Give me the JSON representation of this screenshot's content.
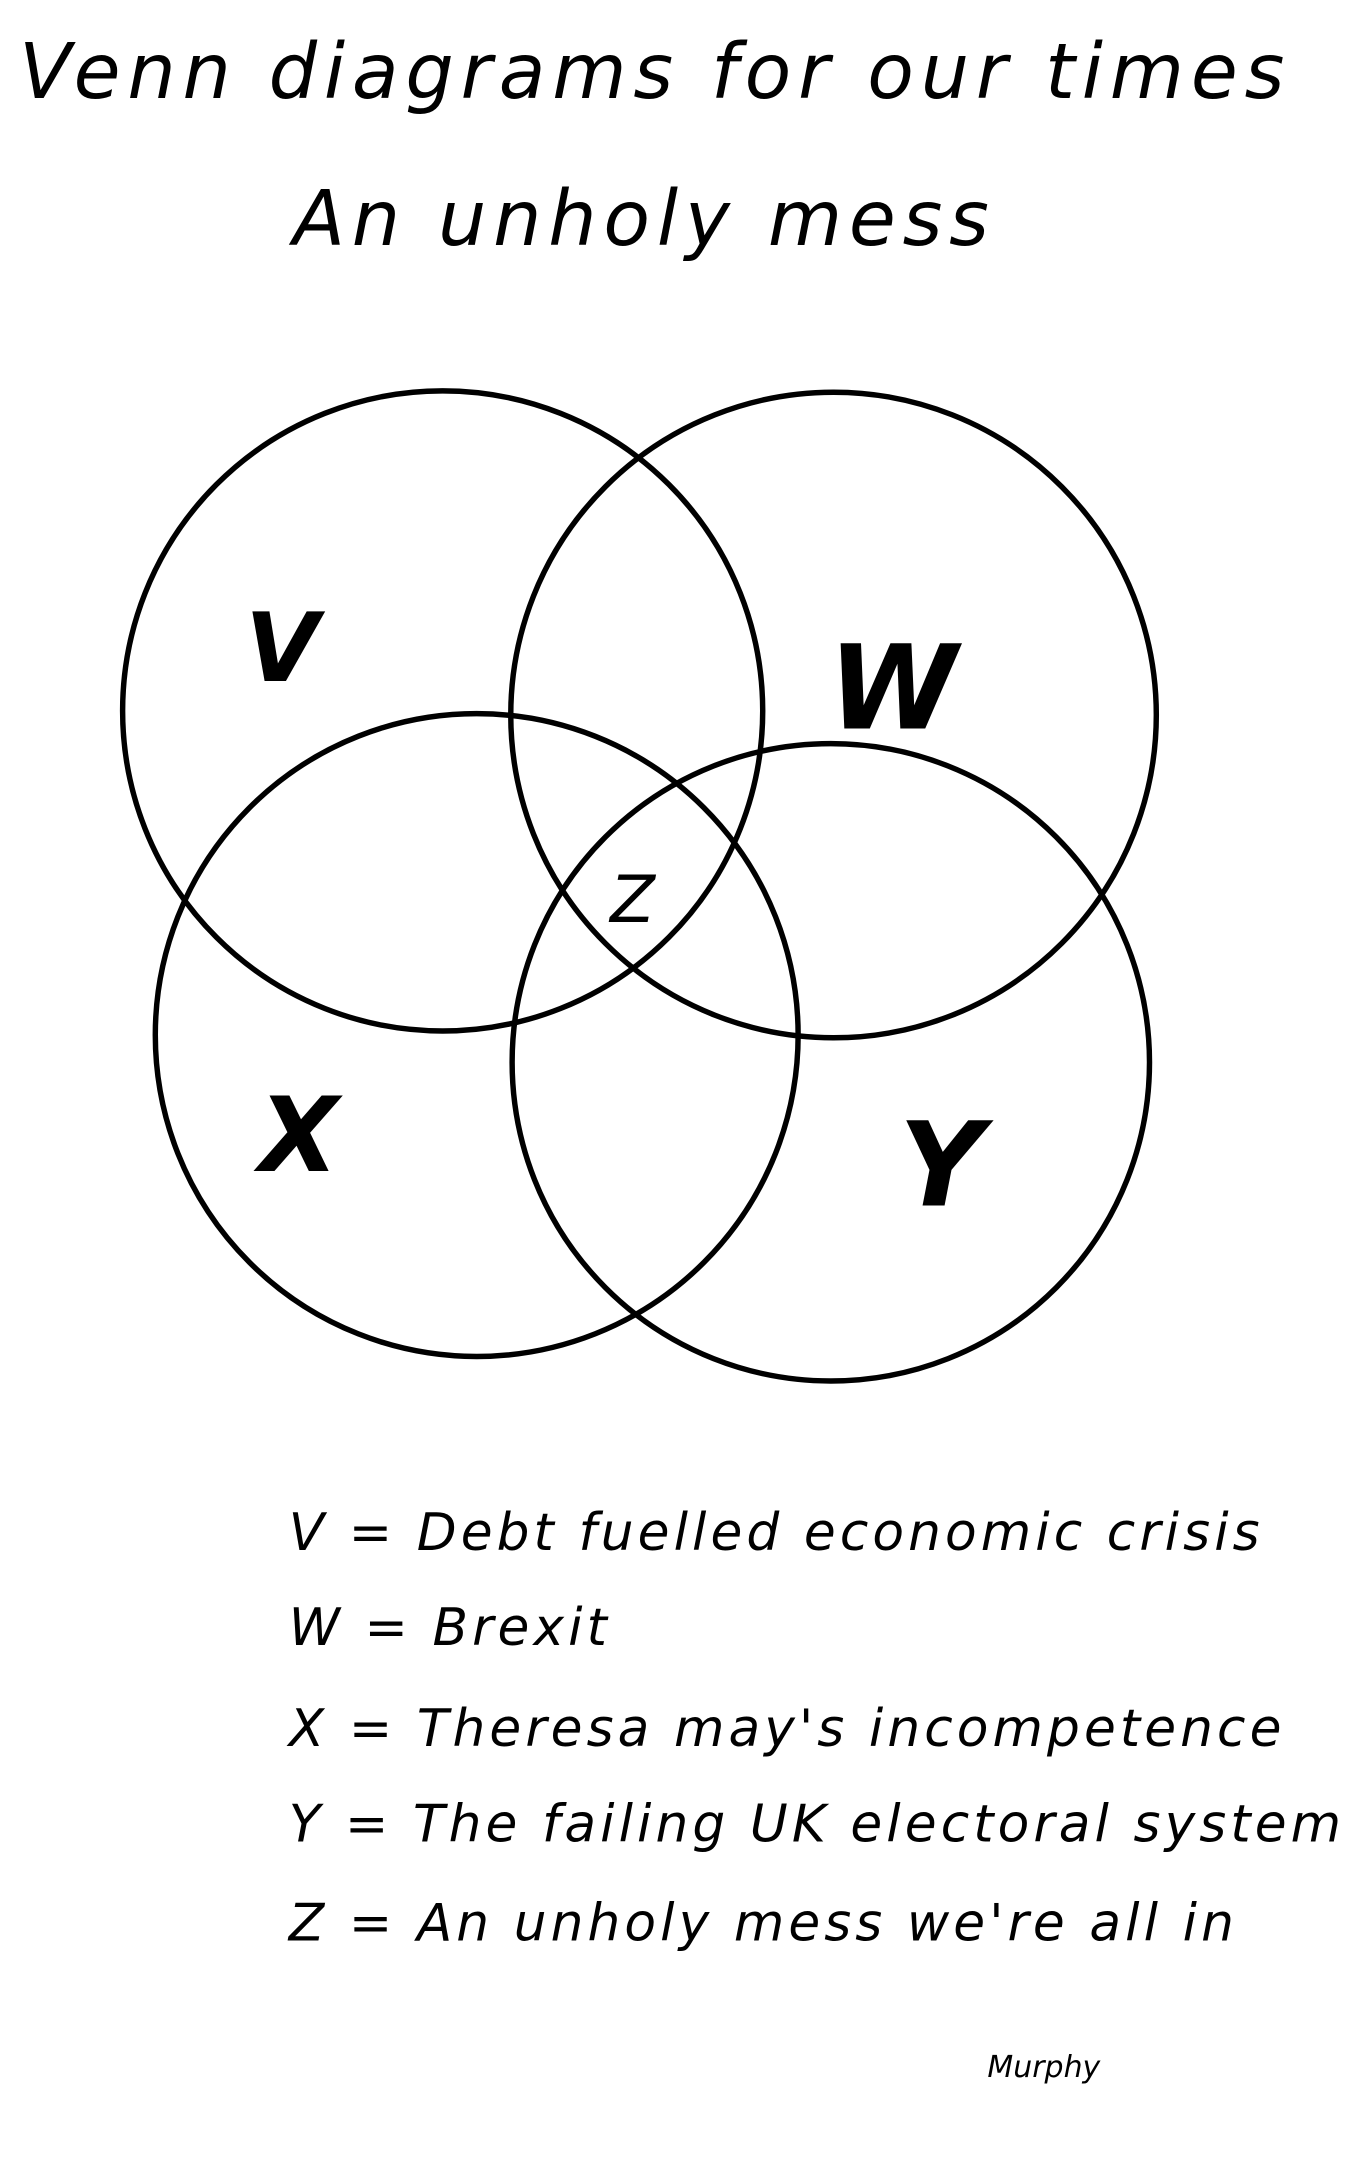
{
  "title": "Venn diagrams for our times",
  "subtitle": "An unholy mess",
  "regions": {
    "v": "V",
    "w": "W",
    "x": "X",
    "y": "Y",
    "z": "Z"
  },
  "legend": [
    "V = Debt fuelled economic crisis",
    "W = Brexit",
    "X = Theresa may's incompetence",
    "Y = The failing UK electoral system",
    "Z = An unholy mess we're all in"
  ],
  "signature": "Murphy",
  "colors": {
    "ink": "#000000",
    "background": "#ffffff"
  }
}
